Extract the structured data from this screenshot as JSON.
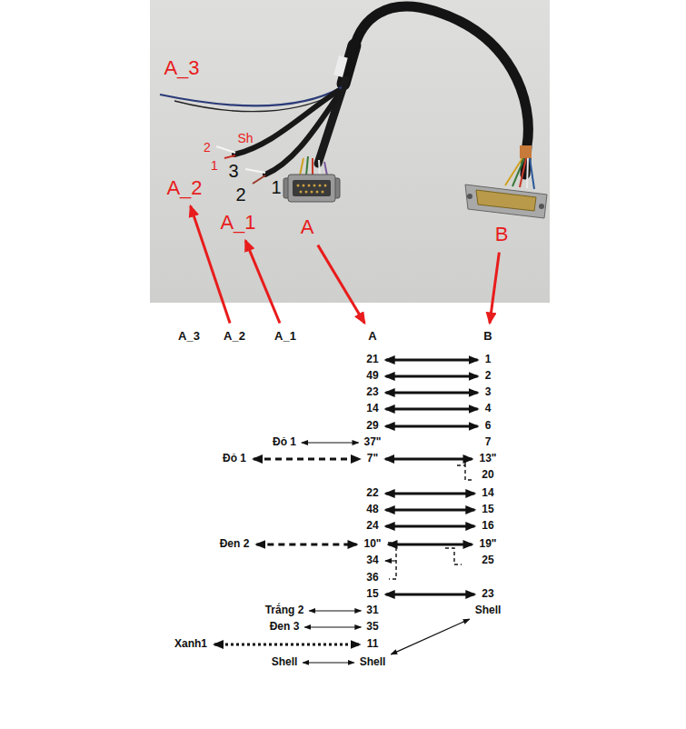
{
  "diagram": {
    "nodes": [
      {
        "text": [
          "A_2"
        ]
      },
      {
        "text": [
          "A_1"
        ]
      },
      {
        "text": [
          "A"
        ]
      },
      {
        "text": [
          "B"
        ]
      },
      {
        "text": [
          "A_2"
        ]
      },
      {
        "text": [
          "A_1"
        ]
      },
      {
        "text": [
          "A"
        ]
      },
      {
        "text": [
          "B"
        ]
      },
      {
        "text": [
          "21"
        ]
      },
      {
        "text": [
          "1"
        ]
      },
      {
        "text": [
          "49"
        ]
      },
      {
        "text": [
          "2"
        ]
      },
      {
        "text": [
          "23"
        ]
      },
      {
        "text": [
          "3"
        ]
      },
      {
        "text": [
          "14"
        ]
      },
      {
        "text": [
          "4"
        ]
      },
      {
        "text": [
          "29"
        ]
      },
      {
        "text": [
          "6"
        ]
      },
      {
        "text": [
          "Đỏ 1"
        ]
      },
      {
        "text": [
          "37\""
        ]
      },
      {
        "text": [
          "Đỏ 1"
        ]
      },
      {
        "text": [
          "7\""
        ]
      },
      {
        "text": [
          "13\""
        ]
      },
      {
        "text": [
          "22"
        ]
      },
      {
        "text": [
          "14"
        ]
      },
      {
        "text": [
          "48"
        ]
      },
      {
        "text": [
          "15"
        ]
      },
      {
        "text": [
          "24"
        ]
      },
      {
        "text": [
          "16"
        ]
      },
      {
        "text": [
          "Đen 2"
        ]
      },
      {
        "text": [
          "10\""
        ]
      },
      {
        "text": [
          "19\""
        ]
      },
      {
        "text": [
          "15"
        ]
      },
      {
        "text": [
          "23"
        ]
      },
      {
        "text": [
          "Trắng 2"
        ]
      },
      {
        "text": [
          "31"
        ]
      },
      {
        "text": [
          "Shell"
        ]
      },
      {
        "text": [
          "Đen 3"
        ]
      },
      {
        "text": [
          "35"
        ]
      },
      {
        "text": [
          "Xanh1"
        ]
      },
      {
        "text": [
          "11"
        ]
      },
      {
        "text": [
          "Shell"
        ]
      },
      {
        "text": [
          "Shell"
        ]
      }
    ],
    "edges": [
      {
        "from": 4,
        "to": 0,
        "arrow": "to"
      },
      {
        "from": 5,
        "to": 1,
        "arrow": "to"
      },
      {
        "from": 2,
        "to": 6,
        "arrow": "to"
      },
      {
        "from": 3,
        "to": 7,
        "arrow": "to"
      },
      {
        "from": 8,
        "to": 9,
        "arrow": "both"
      },
      {
        "from": 10,
        "to": 11,
        "arrow": "both"
      },
      {
        "from": 12,
        "to": 13,
        "arrow": "both"
      },
      {
        "from": 14,
        "to": 15,
        "arrow": "both"
      },
      {
        "from": 16,
        "to": 17,
        "arrow": "both"
      },
      {
        "from": 18,
        "to": 19,
        "arrow": "both"
      },
      {
        "from": 20,
        "to": 21,
        "arrow": "both"
      },
      {
        "from": 21,
        "to": 22,
        "arrow": "both"
      },
      {
        "from": 23,
        "to": 24,
        "arrow": "both"
      },
      {
        "from": 25,
        "to": 26,
        "arrow": "both"
      },
      {
        "from": 27,
        "to": 28,
        "arrow": "both"
      },
      {
        "from": 29,
        "to": 30,
        "arrow": "both"
      },
      {
        "from": 30,
        "to": 31,
        "arrow": "both"
      },
      {
        "from": 32,
        "to": 33,
        "arrow": "both"
      },
      {
        "from": 34,
        "to": 35,
        "arrow": "both"
      },
      {
        "from": 37,
        "to": 38,
        "arrow": "both"
      },
      {
        "from": 39,
        "to": 40,
        "arrow": "both"
      },
      {
        "from": 41,
        "to": 42,
        "arrow": "both"
      },
      {
        "from": 42,
        "to": 36,
        "arrow": "both"
      }
    ],
    "labels": [
      "A_3",
      "2",
      "Sh",
      "1",
      "3",
      "1",
      "2",
      "A_3",
      "7",
      "20",
      "34",
      "25",
      "36"
    ]
  }
}
